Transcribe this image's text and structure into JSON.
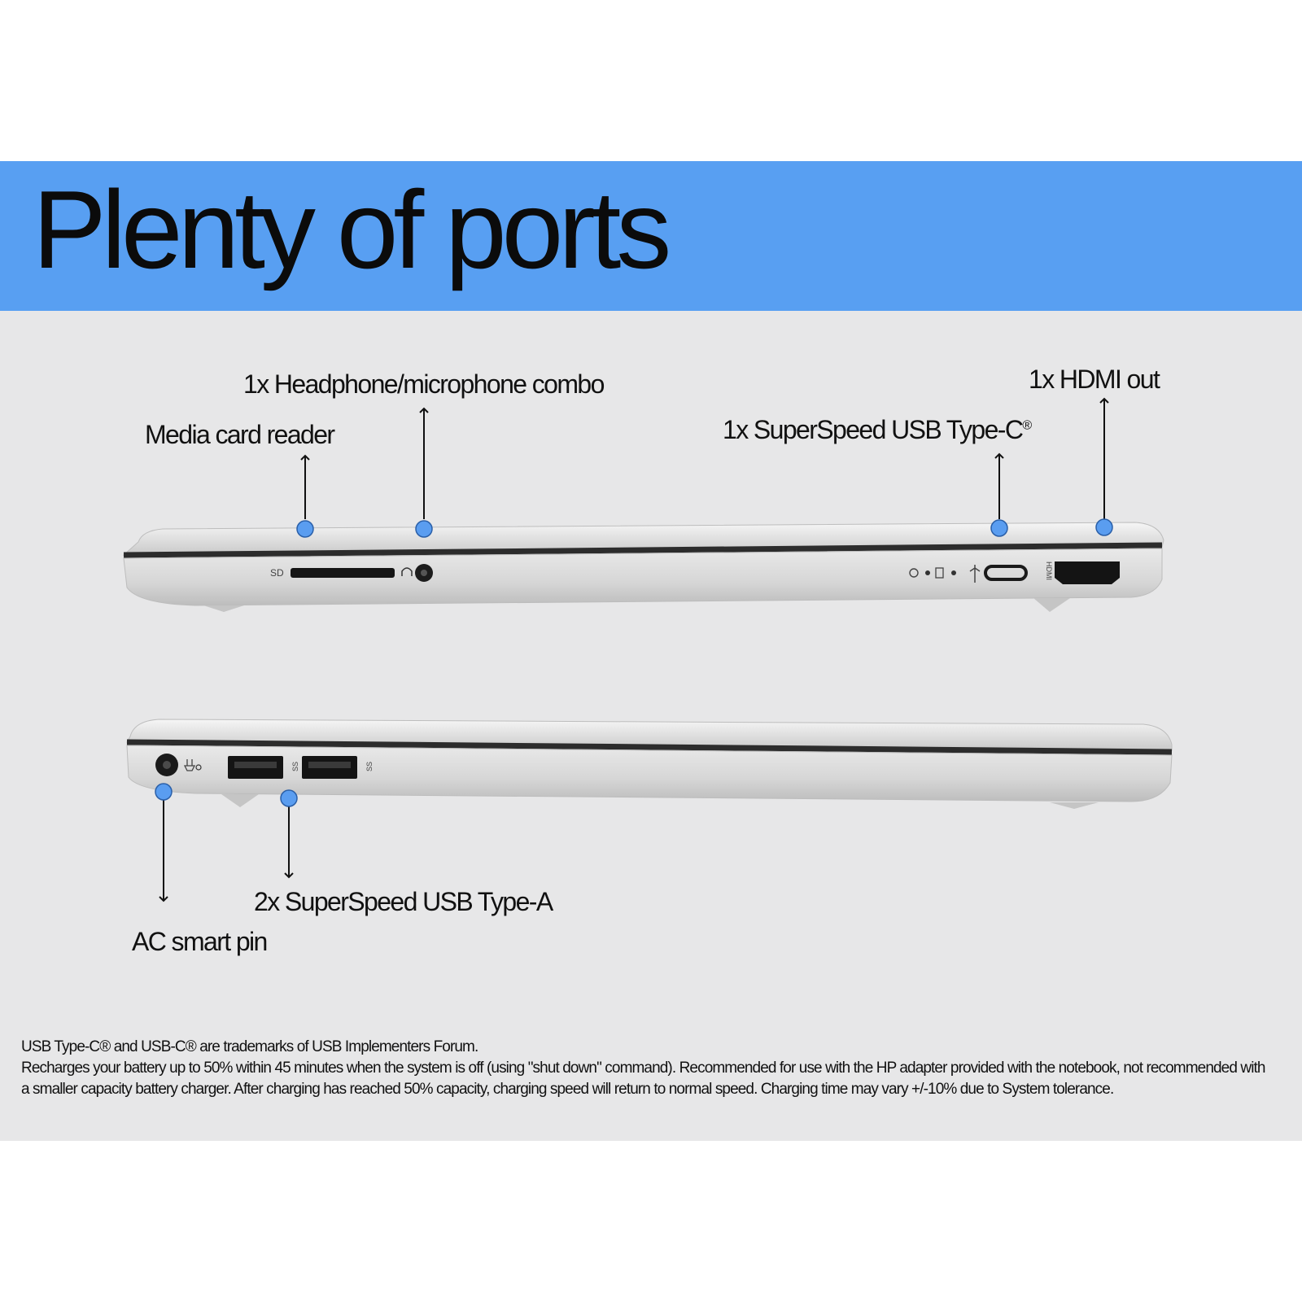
{
  "title": "Plenty of ports",
  "labels": {
    "media_card_reader": "Media card reader",
    "headphone_combo": "1x Headphone/microphone combo",
    "usb_c": "1x SuperSpeed USB Type-C",
    "usb_c_mark": "®",
    "hdmi": "1x HDMI out",
    "usb_a": "2x SuperSpeed USB Type-A",
    "ac_pin": "AC smart pin"
  },
  "port_markings": {
    "sd": "SD",
    "hdmi": "HDMI",
    "ss": "SS"
  },
  "footnotes": {
    "trademark": "USB Type-C® and USB-C® are trademarks of USB Implementers Forum.",
    "charging": "Recharges your battery up to 50% within 45 minutes when the system is off (using \"shut down\" command). Recommended for use with the HP adapter provided with the notebook, not recommended with a smaller capacity battery charger. After charging has reached 50% capacity, charging speed will return to normal speed. Charging time may vary +/-10% due to System tolerance."
  },
  "colors": {
    "banner": "#589ff2",
    "panel": "#e7e7e8",
    "callout_dot": "#5a9df0",
    "laptop_body": "#dcdcdc"
  }
}
